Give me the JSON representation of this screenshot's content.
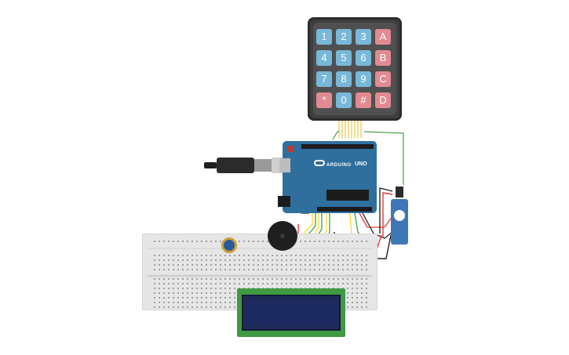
{
  "keypad": {
    "keys": [
      "1",
      "2",
      "3",
      "A",
      "4",
      "5",
      "6",
      "B",
      "7",
      "8",
      "9",
      "C",
      "*",
      "0",
      "#",
      "D"
    ]
  },
  "arduino": {
    "brand": "ARDUINO",
    "model": "UNO"
  },
  "colors": {
    "keypad_body": "#3f3f3f",
    "key_number": "#78b8d8",
    "key_letter": "#e28a92",
    "arduino_board": "#2f6f9e",
    "breadboard": "#e6e6e6",
    "lcd_pcb": "#3f9a43",
    "lcd_screen": "#1d2a62",
    "servo": "#3f76b5",
    "wire_red": "#e53935",
    "wire_black": "#222222",
    "wire_green": "#43a047",
    "wire_yellow": "#fdd835"
  }
}
